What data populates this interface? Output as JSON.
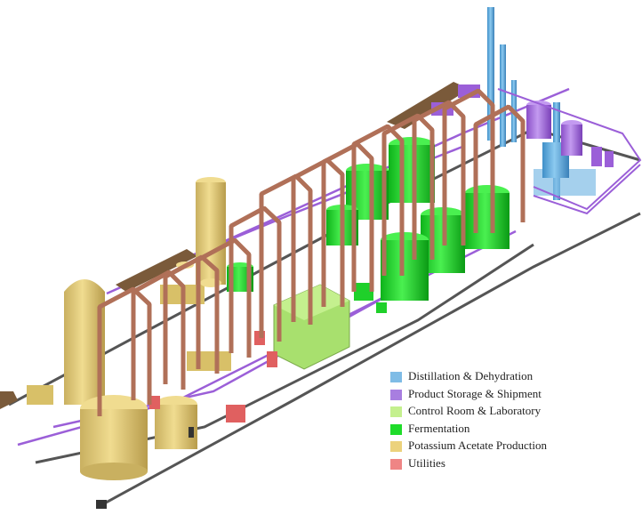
{
  "legend": {
    "items": [
      {
        "label": "Distillation & Dehydration",
        "color": "#7fbce6"
      },
      {
        "label": "Product Storage & Shipment",
        "color": "#a87ee0"
      },
      {
        "label": "Control Room & Laboratory",
        "color": "#c4f08e"
      },
      {
        "label": "Fermentation",
        "color": "#1fdc2a"
      },
      {
        "label": "Potassium Acetate Production",
        "color": "#ecd27c"
      },
      {
        "label": "Utilities",
        "color": "#ef8585"
      }
    ]
  },
  "areas": {
    "distillation_color": "#5aa7d8",
    "storage_color": "#9b5fd8",
    "control_color": "#a8e06e",
    "fermentation_color": "#1fd02a",
    "potassium_color": "#d8c068",
    "utilities_color": "#e06060",
    "frame_color": "#b07058",
    "slab_color": "#7a5a3a"
  }
}
